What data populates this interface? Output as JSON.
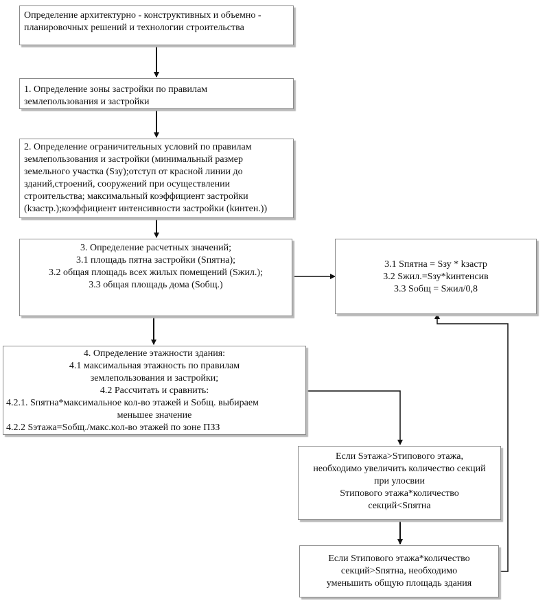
{
  "flowchart": {
    "box0": {
      "lines": [
        "Определение архитектурно - конструктивных и объемно -",
        "планировочных решений и технологии строительства"
      ]
    },
    "box1": {
      "lines": [
        " 1. Определение зоны застройки по правилам",
        "землепользования и застройки"
      ]
    },
    "box2": {
      "lines": [
        "2. Определение ограничительных условий по правилам",
        "землепользования и застройки (минимальный размер",
        "земельного участка (Sзу);отступ от красной линии до",
        "зданий,строений, сооружений при осуществлении",
        "строительства; максимальный коэффициент застройки",
        "(kзастр.);коэффициент интенсивности застройки (kинтен.))"
      ]
    },
    "box3": {
      "lines": [
        "3. Определение расчетных значений;",
        "3.1 площадь пятна застройки (Sпятна);",
        "3.2 общая площадь всех жилых помещений (Sжил.);",
        "3.3 общая площадь дома (Sобщ.)"
      ]
    },
    "box31": {
      "lines": [
        "3.1 Sпятна = Sзу * kзастр",
        "3.2 Sжил.=Sзу*kинтенсив",
        "3.3 Sобщ = Sжил/0,8"
      ]
    },
    "box4": {
      "lines": [
        "4. Определение этажности здания:",
        "4.1 максимальная этажность по правилам",
        "землепользования и застройки;",
        "4.2 Рассчитать и сравнить:",
        "4.2.1. Sпятна*максимальное кол-во этажей и Sобщ. выбираем",
        "меньшее значение",
        "4.2.2 Sэтажа=Sобщ./макс.кол-во этажей по зоне ПЗЗ"
      ]
    },
    "box5": {
      "lines": [
        "Если Sэтажа>Sтипового этажа,",
        "необходимо увеличить количество секций",
        "при улосвии",
        "Sтипового этажа*количество",
        "секций<Sпятна"
      ]
    },
    "box6": {
      "lines": [
        "Если Sтипового этажа*количество",
        "секций>Sпятна, необходимо",
        "уменьшить общую площадь здания"
      ]
    }
  }
}
